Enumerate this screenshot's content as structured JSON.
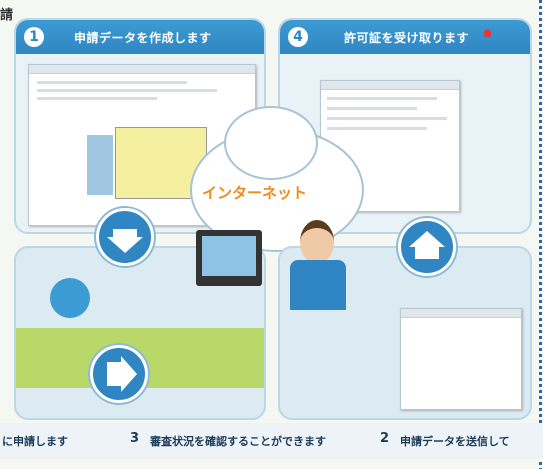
{
  "corner_label": "請",
  "steps": [
    {
      "number": "1",
      "title": "申請データを作成します"
    },
    {
      "number": "4",
      "title": "許可証を受け取ります",
      "mark": "●"
    },
    {
      "number": "3",
      "title": "審査状況を確認することができます"
    },
    {
      "number": "2",
      "title": "申請データを送信して"
    }
  ],
  "footer_left": "に申請します",
  "internet_label": "インターネット",
  "colors": {
    "accent": "#2f86c2",
    "internet": "#f08a1a",
    "panel": "#e9f2f6"
  },
  "icons": [
    "arrow-down-icon",
    "arrow-up-icon",
    "arrow-right-icon",
    "cloud-icon",
    "user-at-computer-icon"
  ]
}
